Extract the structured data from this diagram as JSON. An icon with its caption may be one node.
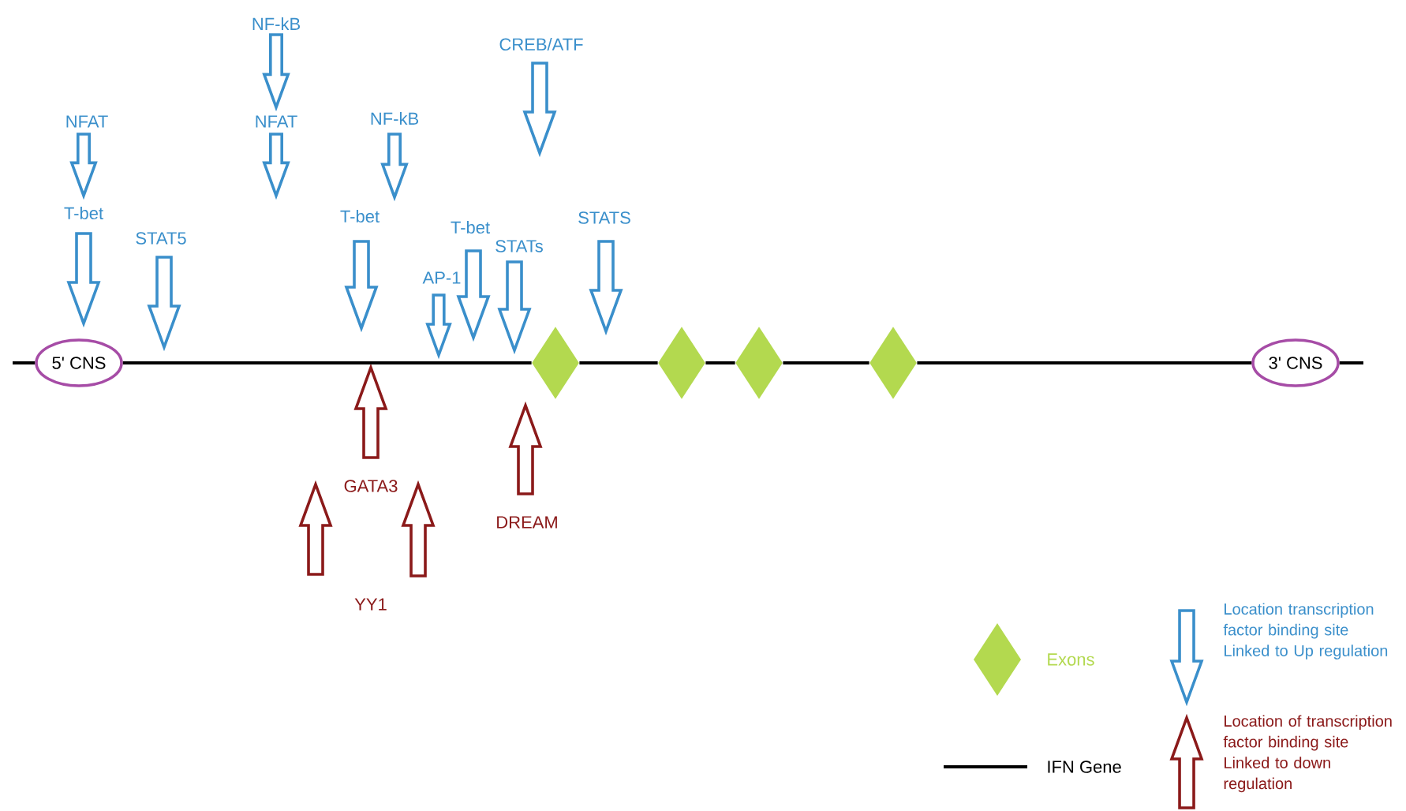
{
  "diagram": {
    "nodes": [
      {
        "text": [
          "5' CNS"
        ]
      },
      {
        "text": [],
        "shape": "diamond"
      },
      {
        "text": [],
        "shape": "diamond"
      },
      {
        "text": [],
        "shape": "diamond"
      },
      {
        "text": [],
        "shape": "diamond"
      },
      {
        "text": [
          "3' CNS"
        ]
      }
    ],
    "edges": [
      {
        "from": null,
        "to": 0,
        "arrow": "none"
      },
      {
        "from": 0,
        "to": 1,
        "arrow": "none"
      },
      {
        "from": 1,
        "to": 2,
        "arrow": "none"
      },
      {
        "from": 2,
        "to": 3,
        "arrow": "none"
      },
      {
        "from": 3,
        "to": 4,
        "arrow": "none"
      },
      {
        "from": 4,
        "to": 5,
        "arrow": "none"
      },
      {
        "from": 5,
        "to": null,
        "arrow": "none"
      }
    ],
    "labels": [
      "NF-kB",
      "CREB/ATF",
      "NFAT",
      "NFAT",
      "NF-kB",
      "T-bet",
      "T-bet",
      "STATS",
      "T-bet",
      "STAT5",
      "STATs",
      "AP-1",
      "GATA3",
      "DREAM",
      "YY1"
    ],
    "legend": [
      {
        "text": "Exons"
      },
      {
        "text": "Location transcription factor binding site Linked to Up regulation"
      },
      {
        "text": "IFN Gene"
      },
      {
        "text": "Location of transcription factor binding site Linked to down regulation"
      }
    ]
  }
}
